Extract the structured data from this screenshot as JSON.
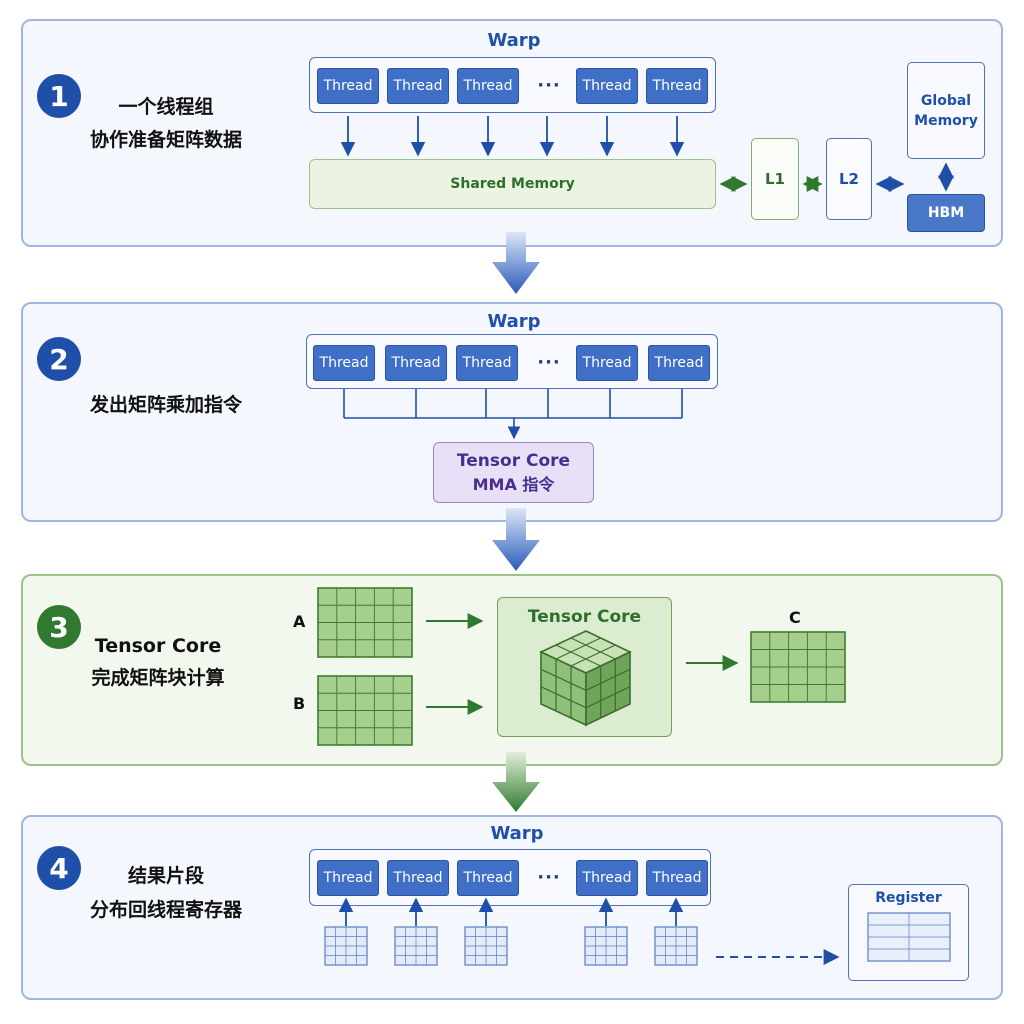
{
  "steps": [
    {
      "number": "1",
      "line1": "一个线程组",
      "line2": "协作准备矩阵数据"
    },
    {
      "number": "2",
      "line1": "发出矩阵乘加指令"
    },
    {
      "number": "3",
      "line1": "Tensor Core",
      "line2": "完成矩阵块计算"
    },
    {
      "number": "4",
      "line1": "结果片段",
      "line2": "分布回线程寄存器"
    }
  ],
  "warp_label": "Warp",
  "thread_label": "Thread",
  "ellipsis": "···",
  "memory": {
    "shared": "Shared Memory",
    "l1": "L1",
    "l2": "L2",
    "global_line1": "Global",
    "global_line2": "Memory",
    "hbm": "HBM"
  },
  "tensor_core_mma": {
    "line1": "Tensor Core",
    "line2": "MMA 指令"
  },
  "compute": {
    "a": "A",
    "b": "B",
    "c": "C",
    "core": "Tensor Core"
  },
  "register": "Register",
  "colors": {
    "blue": "#1f4fa8",
    "thread_blue": "#3f6fc6",
    "green": "#2f7a2f",
    "purple": "#5a3a9a"
  }
}
